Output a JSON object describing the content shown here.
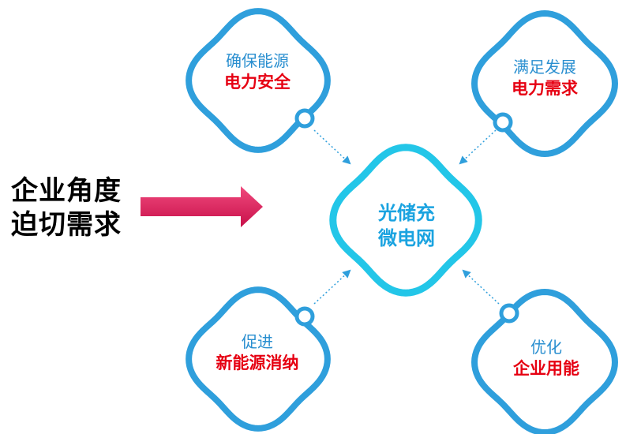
{
  "colors": {
    "ring_blue": "#2f9fdc",
    "center_ring": "#23c6e8",
    "sub_text": "#2a8fd0",
    "main_text": "#e60012",
    "center_text": "#1aa3e0",
    "arrow_fill": "#e3195a",
    "connector": "#2f9fdc"
  },
  "left_title": {
    "line1": "企业角度",
    "line2": "迫切需求"
  },
  "center": {
    "line1": "光储充",
    "line2": "微电网"
  },
  "nodes": {
    "top_left": {
      "sub": "确保能源",
      "main": "电力安全"
    },
    "top_right": {
      "sub": "满足发展",
      "main": "电力需求"
    },
    "bottom_left": {
      "sub": "促进",
      "main": "新能源消纳"
    },
    "bottom_right": {
      "sub": "优化",
      "main": "企业用能"
    }
  }
}
